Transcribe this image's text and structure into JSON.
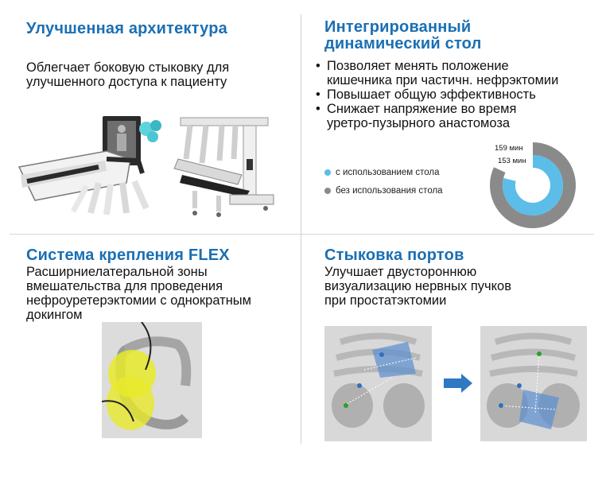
{
  "colors": {
    "heading": "#1a6fb4",
    "with_table": "#5bbde8",
    "without_table": "#8a8a8a",
    "arrow": "#2f78c4",
    "highlight": "#e8ea2a"
  },
  "q1": {
    "title": "Улучшенная архитектура",
    "text_lines": [
      "Облегчает боковую стыковку для",
      "улучшенного доступа к пациенту"
    ]
  },
  "q2": {
    "title_lines": [
      "Интегрированный",
      "динамический стол"
    ],
    "bullets": [
      {
        "lines": [
          "Позволяет менять положение",
          "кишечника при частичн. нефрэктомии"
        ]
      },
      {
        "lines": [
          "Повышает общую эффективность"
        ]
      },
      {
        "lines": [
          "Снижает напряжение во время",
          "уретро-пузырного анастомоза"
        ]
      }
    ],
    "legend": [
      {
        "label": "с использованием стола",
        "color": "#5bbde8",
        "icon": "blue-dot"
      },
      {
        "label": "без использования стола",
        "color": "#8a8a8a",
        "icon": "gray-dot"
      }
    ]
  },
  "chart_data": {
    "type": "donut",
    "series": [
      {
        "name": "без использования стола",
        "value": 159,
        "label": "159 мин",
        "color": "#8a8a8a"
      },
      {
        "name": "с использованием стола",
        "value": 153,
        "label": "153 мин",
        "color": "#5bbde8"
      }
    ]
  },
  "q3": {
    "title": "Система крепления FLEX",
    "text_lines": [
      "Расширниелатеральной зоны",
      "вмешательства для проведения",
      "нефроуретерэктомии с однократным",
      "докингом"
    ]
  },
  "q4": {
    "title": "Стыковка портов",
    "text_lines": [
      "Улучшает двустороннюю",
      "визуализацию нервных пучков",
      "при простатэктомии"
    ]
  }
}
